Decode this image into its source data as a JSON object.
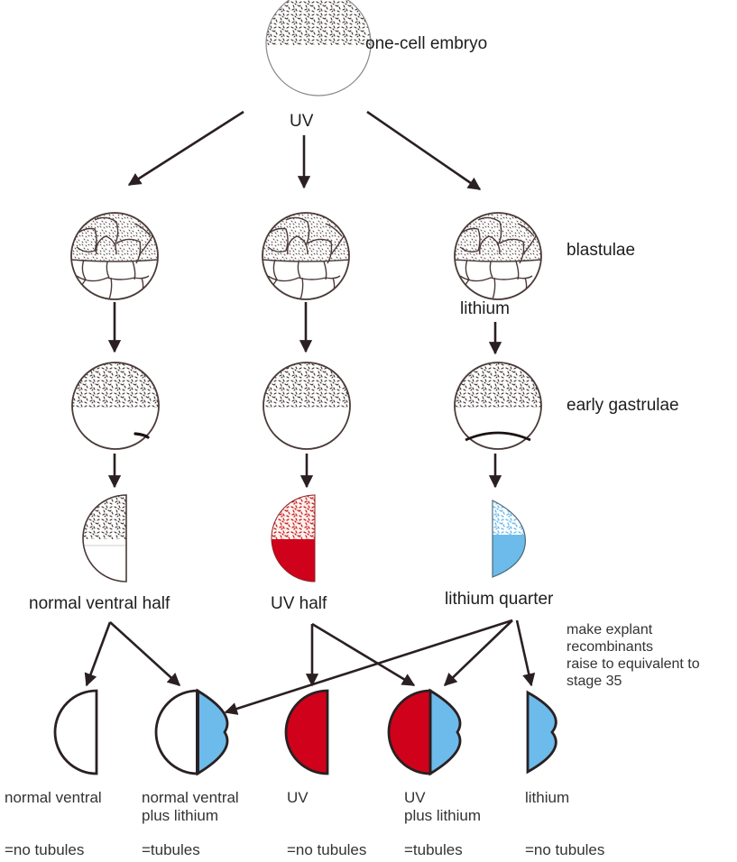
{
  "figure": {
    "type": "experimental-flow-diagram",
    "colors": {
      "uv_red": "#d0021b",
      "lithium_blue": "#6cbbea",
      "arrow": "#2a2022",
      "speckle": "#3a2e2c",
      "text": "#333333"
    },
    "top": {
      "label": "one-cell embryo",
      "treatment": "UV"
    },
    "stage_labels": {
      "blastulae": "blastulae",
      "lithium_treatment": "lithium",
      "early_gastrulae": "early gastrulae"
    },
    "explants": [
      {
        "id": "normal",
        "label": "normal ventral half"
      },
      {
        "id": "uv",
        "label": "UV half"
      },
      {
        "id": "lithium",
        "label": "lithium quarter"
      }
    ],
    "instruction": [
      "make explant",
      "recombinants",
      "raise to equivalent to",
      "stage 35"
    ],
    "results": [
      {
        "label_lines": [
          "normal ventral"
        ],
        "outcome": "=no tubules"
      },
      {
        "label_lines": [
          "normal ventral",
          "plus lithium"
        ],
        "outcome": "=tubules"
      },
      {
        "label_lines": [
          "UV"
        ],
        "outcome": "=no tubules"
      },
      {
        "label_lines": [
          "UV",
          "plus lithium"
        ],
        "outcome": "=tubules"
      },
      {
        "label_lines": [
          "lithium"
        ],
        "outcome": "=no tubules"
      }
    ]
  }
}
